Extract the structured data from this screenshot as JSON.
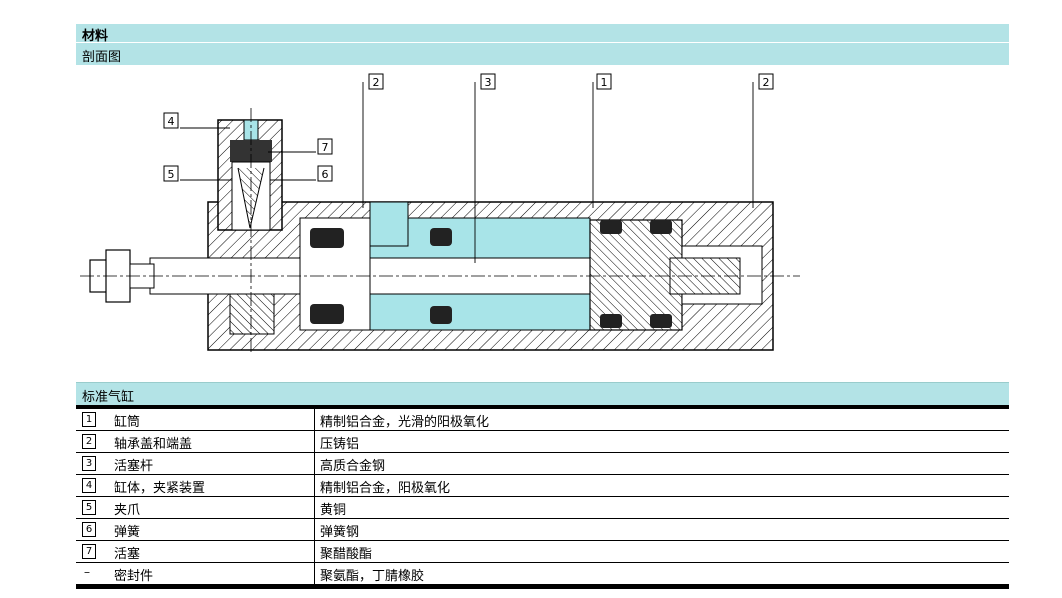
{
  "section_title": "材料",
  "subsection_title": "剖面图",
  "callouts": {
    "c1": "1",
    "c2a": "2",
    "c2b": "2",
    "c3": "3",
    "c4": "4",
    "c5": "5",
    "c6": "6",
    "c7": "7"
  },
  "table": {
    "title": "标准气缸",
    "rows": [
      {
        "num": "1",
        "part": "缸筒",
        "material": "精制铝合金，光滑的阳极氧化"
      },
      {
        "num": "2",
        "part": "轴承盖和端盖",
        "material": "压铸铝"
      },
      {
        "num": "3",
        "part": "活塞杆",
        "material": "高质合金钢"
      },
      {
        "num": "4",
        "part": "缸体，夹紧装置",
        "material": "精制铝合金，阳极氧化"
      },
      {
        "num": "5",
        "part": "夹爪",
        "material": "黄铜"
      },
      {
        "num": "6",
        "part": "弹簧",
        "material": "弹簧钢"
      },
      {
        "num": "7",
        "part": "活塞",
        "material": "聚醋酸酯"
      },
      {
        "num": "–",
        "part": "密封件",
        "material": "聚氨酯，丁腈橡胶"
      }
    ]
  },
  "colors": {
    "header_bg": "#b3e3e6",
    "fill": "#a8e4e8"
  }
}
